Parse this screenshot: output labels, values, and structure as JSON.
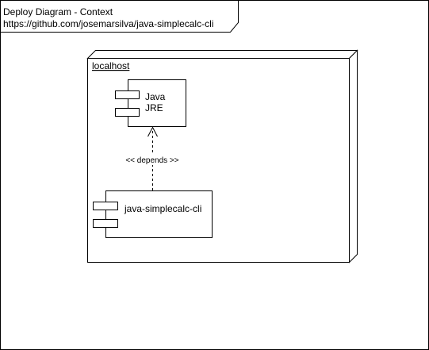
{
  "frame": {
    "title": "Deploy Diagram - Context",
    "subtitle": "https://github.com/josemarsilva/java-simplecalc-cli"
  },
  "node": {
    "name": "localhost"
  },
  "components": {
    "jre": {
      "line1": "Java",
      "line2": "JRE"
    },
    "app": {
      "name": "java-simplecalc-cli"
    }
  },
  "dependency": {
    "label": "<< depends >>"
  },
  "colors": {
    "stroke": "#000000",
    "background": "#ffffff"
  }
}
